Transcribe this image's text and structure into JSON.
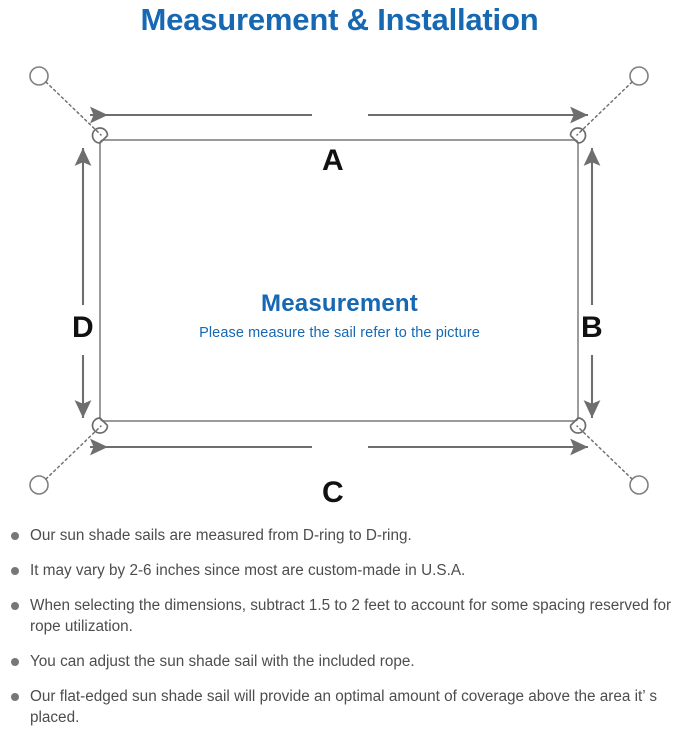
{
  "header": {
    "title": "Measurement & Installation",
    "title_color": "#1668b3"
  },
  "diagram": {
    "name": "sun-shade-sail-measurement-diagram",
    "center_title": "Measurement",
    "center_subtitle": "Please measure the sail refer to the picture",
    "center_text_color": "#1668b3",
    "sail_outline_color": "#808080",
    "dimension_arrow_color": "#6e6e6e",
    "rope_line_color": "#808080",
    "dimension_labels": {
      "top": "A",
      "right": "B",
      "bottom": "C",
      "left": "D"
    },
    "hardware": {
      "d_ring_icon": "d-ring-icon",
      "anchor_point_icon": "anchor-circle-icon",
      "rope_icon": "dotted-rope-line-icon",
      "corner_count": 4
    }
  },
  "notes": {
    "bullet_color": "#777777",
    "text_color": "#4d4d4d",
    "items": [
      "Our sun shade sails are measured from D-ring to D-ring.",
      "It may vary by 2-6 inches since most are custom-made in U.S.A.",
      "When selecting the dimensions, subtract 1.5 to 2 feet to account for some spacing reserved for rope utilization.",
      "You can adjust the sun shade sail with the included rope.",
      "Our flat-edged sun shade sail will provide an optimal amount of coverage above the area it’ s placed."
    ]
  }
}
